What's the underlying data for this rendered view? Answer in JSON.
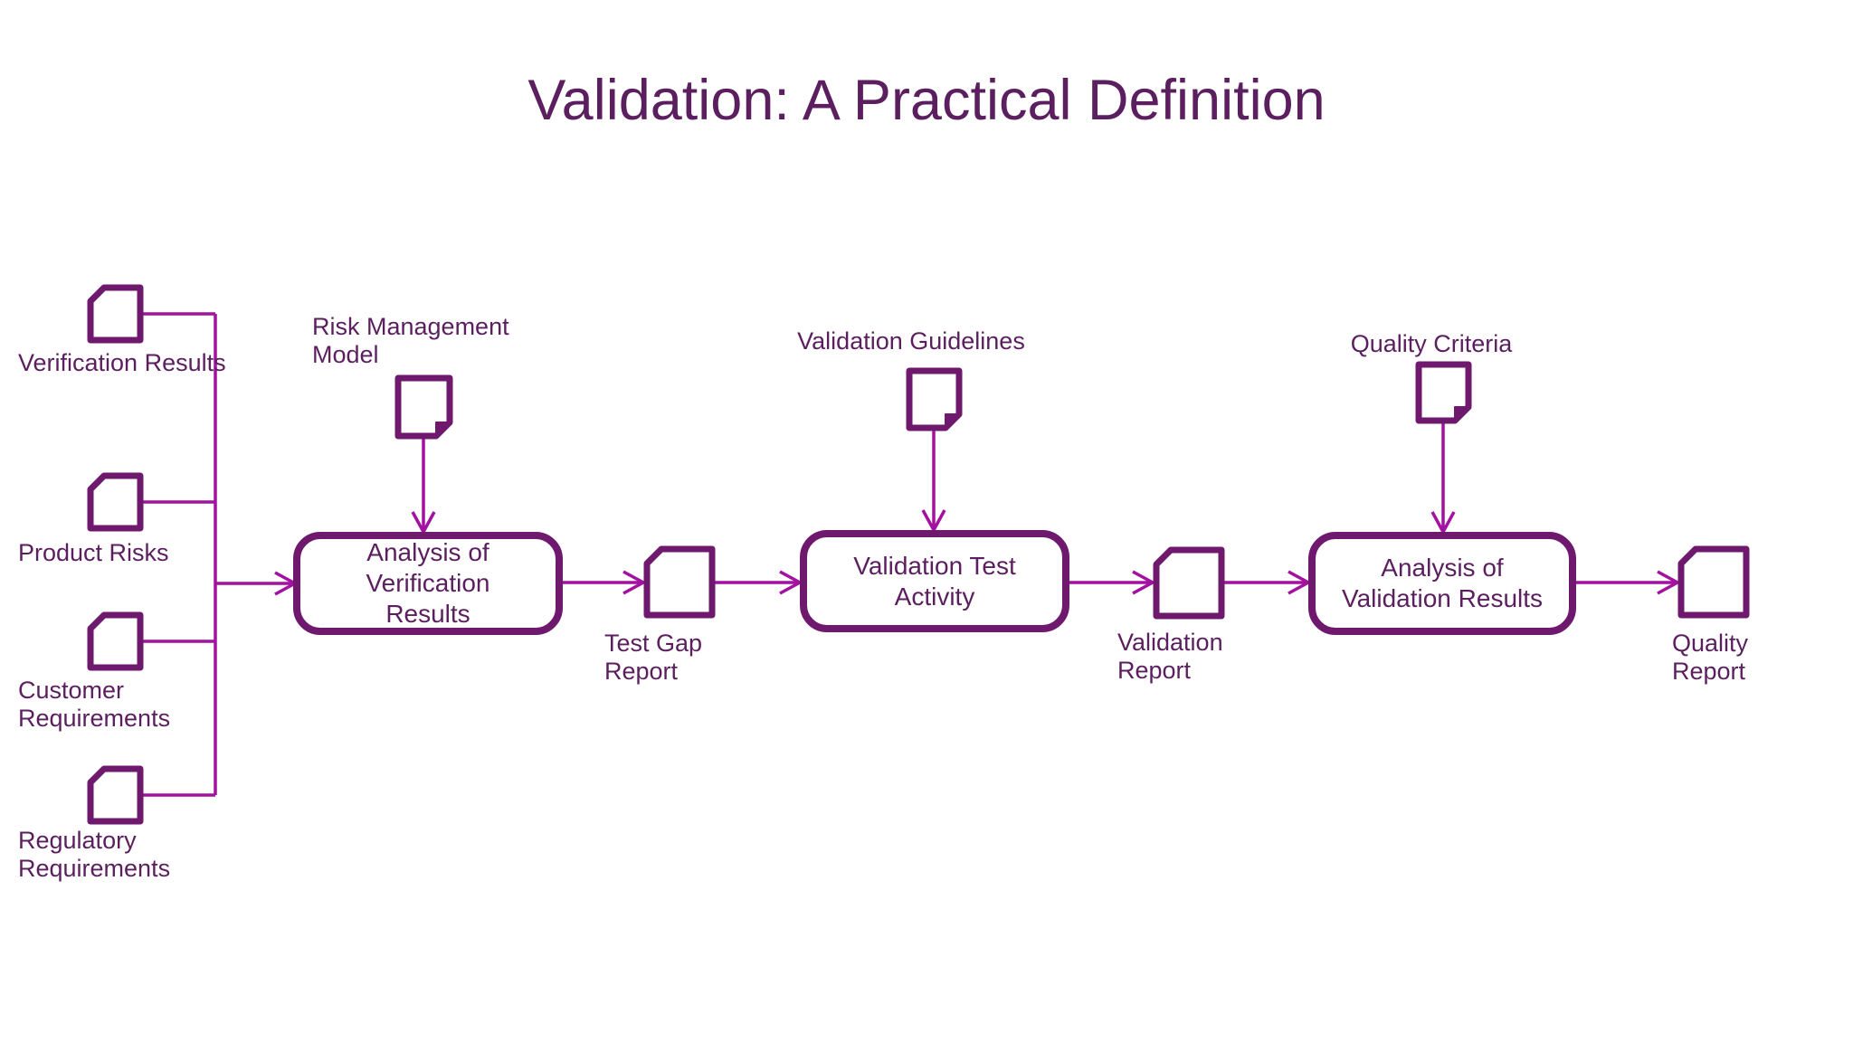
{
  "title": "Validation: A Practical Definition",
  "colors": {
    "shape_stroke": "#6E196E",
    "connector": "#A311A0",
    "text": "#5B1F5F",
    "background": "#FFFFFF"
  },
  "diagram": {
    "inputs_left": [
      {
        "icon": "document-icon",
        "label_lines": [
          "Verification Results"
        ]
      },
      {
        "icon": "document-icon",
        "label_lines": [
          "Product Risks"
        ]
      },
      {
        "icon": "document-icon",
        "label_lines": [
          "Customer",
          "Requirements"
        ]
      },
      {
        "icon": "document-icon",
        "label_lines": [
          "Regulatory",
          "Requirements"
        ]
      }
    ],
    "inputs_top": [
      {
        "icon": "document-icon",
        "label_lines": [
          "Risk Management",
          "Model"
        ]
      },
      {
        "icon": "document-icon",
        "label_lines": [
          "Validation Guidelines"
        ]
      },
      {
        "icon": "document-icon",
        "label_lines": [
          "Quality Criteria"
        ]
      }
    ],
    "processes": [
      {
        "label_lines": [
          "Analysis of",
          "Verification",
          "Results"
        ]
      },
      {
        "label_lines": [
          "Validation Test",
          "Activity"
        ]
      },
      {
        "label_lines": [
          "Analysis of",
          "Validation Results"
        ]
      }
    ],
    "artifacts": [
      {
        "icon": "document-icon",
        "label_lines": [
          "Test Gap",
          "Report"
        ]
      },
      {
        "icon": "document-icon",
        "label_lines": [
          "Validation",
          "Report"
        ]
      },
      {
        "icon": "document-icon",
        "label_lines": [
          "Quality",
          "Report"
        ]
      }
    ]
  }
}
